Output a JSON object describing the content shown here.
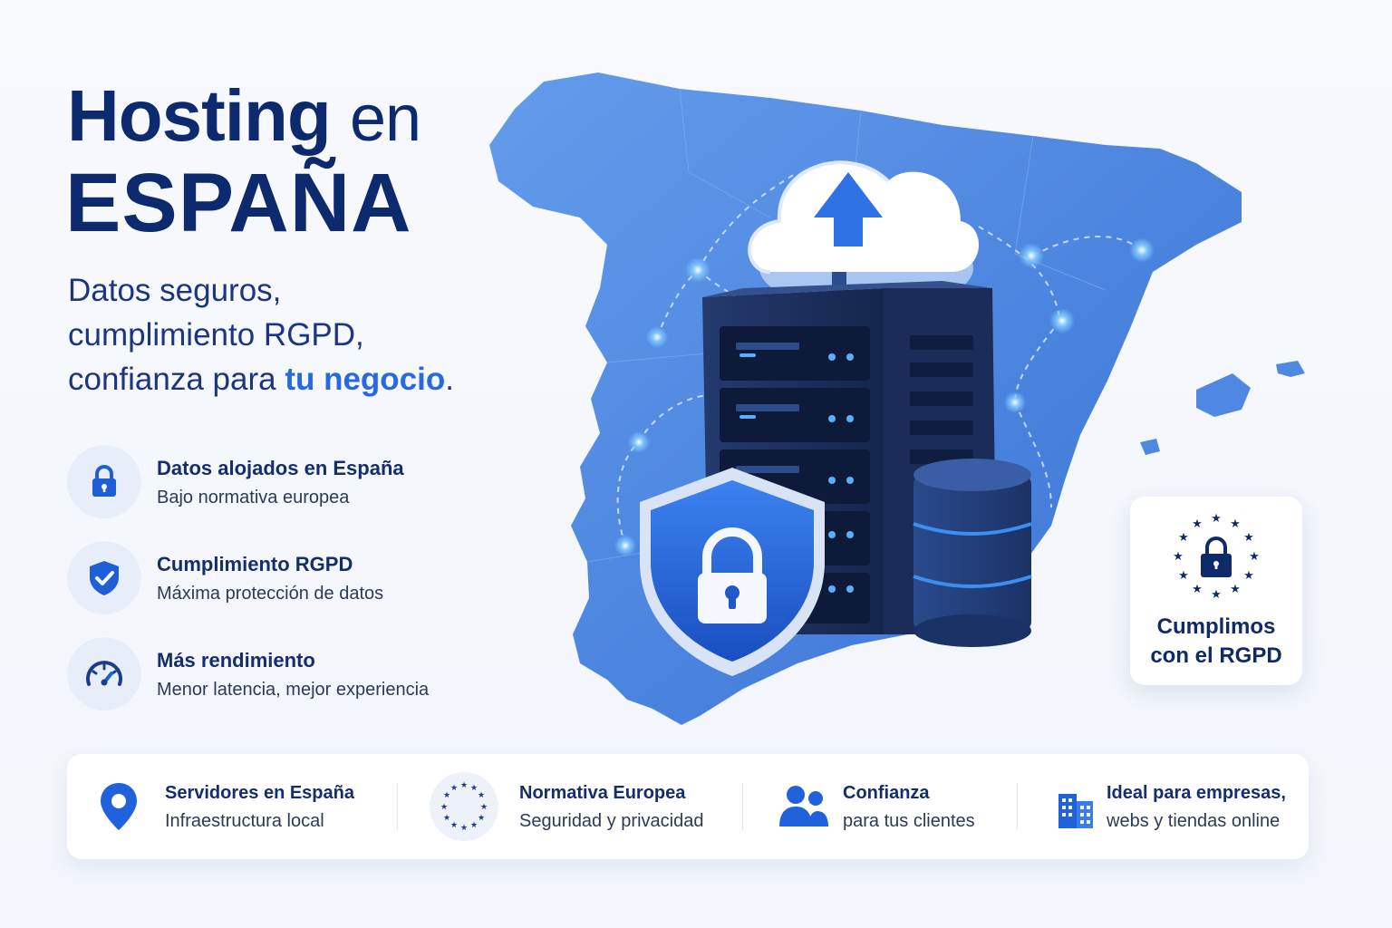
{
  "headline": {
    "line1_bold": "Hosting",
    "line1_light": "en",
    "line2": "ESPAÑA"
  },
  "subtitle": {
    "line1": "Datos seguros,",
    "line2": "cumplimiento RGPD,",
    "line3_plain": "confianza para ",
    "line3_highlight": "tu negocio",
    "line3_end": "."
  },
  "features": [
    {
      "icon": "lock-icon",
      "title": "Datos alojados en España",
      "desc": "Bajo normativa europea"
    },
    {
      "icon": "shield-check-icon",
      "title": "Cumplimiento RGPD",
      "desc": "Máxima protección de datos"
    },
    {
      "icon": "speedometer-icon",
      "title": "Más rendimiento",
      "desc": "Menor latencia, mejor experiencia"
    }
  ],
  "rgpd_badge": {
    "icon": "eu-stars-lock-icon",
    "line1": "Cumplimos",
    "line2": "con el RGPD"
  },
  "bottom_bar": [
    {
      "icon": "location-pin-icon",
      "title": "Servidores en España",
      "desc": "Infraestructura local"
    },
    {
      "icon": "eu-stars-icon",
      "title": "Normativa Europea",
      "desc": "Seguridad y privacidad"
    },
    {
      "icon": "users-icon",
      "title": "Confianza",
      "desc": "para tus clientes"
    },
    {
      "icon": "buildings-icon",
      "title": "Ideal para empresas,",
      "desc": "webs y tiendas online"
    }
  ],
  "colors": {
    "navy": "#0d2a6e",
    "accent_blue": "#2669e0",
    "map_blue": "#4a86e0",
    "server_dark": "#1c2f5c"
  }
}
